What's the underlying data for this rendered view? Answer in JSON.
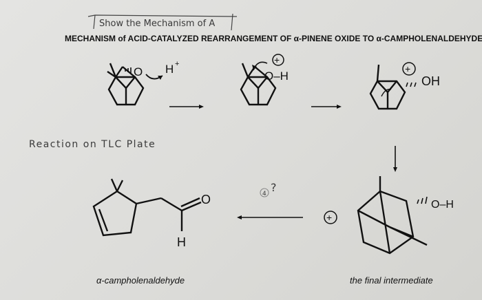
{
  "handwritten_note": "Show the Mechanism of A",
  "heading": "MECHANISM of ACID-CATALYZED REARRANGEMENT OF α-PINENE OXIDE TO α-CAMPHOLENALDEHYDE:",
  "handwritten_reaction": "Reaction on TLC Plate",
  "labels": {
    "proton": "H",
    "proton_charge": "+",
    "oxonium": "O–H",
    "oxygen": "O",
    "hydroxyl": "OH",
    "hydroxyl_final": "O–H",
    "aldehyde_o": "O",
    "aldehyde_h": "H",
    "plus": "+",
    "question": "?",
    "circled_num": "4"
  },
  "captions": {
    "product": "α-campholenaldehyde",
    "intermediate": "the final intermediate"
  }
}
